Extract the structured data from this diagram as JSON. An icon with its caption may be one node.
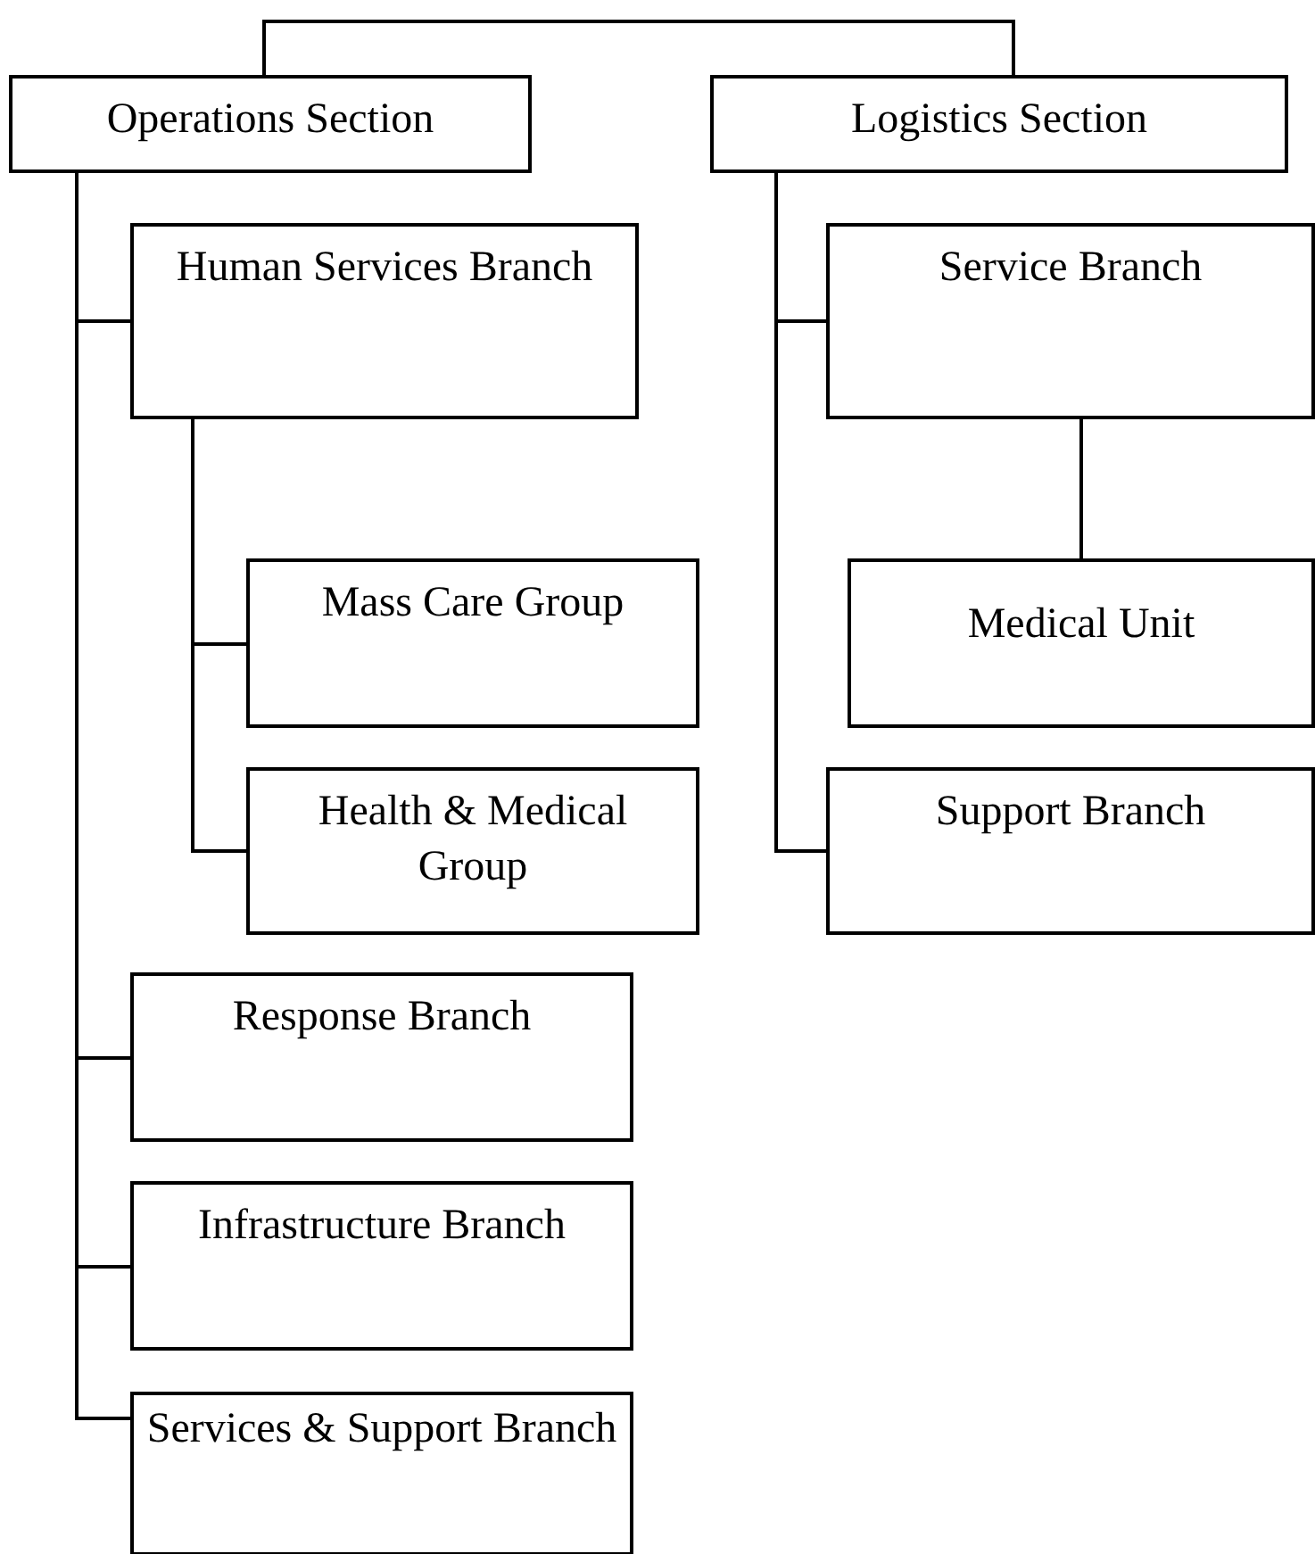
{
  "diagram": {
    "nodes": [
      {
        "text": [
          "Operations Section"
        ]
      },
      {
        "text": [
          "Logistics Section"
        ]
      },
      {
        "text": [
          "Human Services Branch"
        ]
      },
      {
        "text": [
          "Mass Care Group"
        ]
      },
      {
        "text": [
          "Health & Medical Group"
        ]
      },
      {
        "text": [
          "Response Branch"
        ]
      },
      {
        "text": [
          "Infrastructure Branch"
        ]
      },
      {
        "text": [
          "Services & Support Branch"
        ]
      },
      {
        "text": [
          "Service Branch"
        ]
      },
      {
        "text": [
          "Medical Unit"
        ]
      },
      {
        "text": [
          "Support Branch"
        ]
      }
    ],
    "edges": [
      {
        "from": 0,
        "to": 1,
        "arrow": "none"
      },
      {
        "from": 0,
        "to": 2,
        "arrow": "none"
      },
      {
        "from": 2,
        "to": 3,
        "arrow": "none"
      },
      {
        "from": 2,
        "to": 4,
        "arrow": "none"
      },
      {
        "from": 0,
        "to": 5,
        "arrow": "none"
      },
      {
        "from": 0,
        "to": 6,
        "arrow": "none"
      },
      {
        "from": 0,
        "to": 7,
        "arrow": "none"
      },
      {
        "from": 1,
        "to": 8,
        "arrow": "none"
      },
      {
        "from": 8,
        "to": 9,
        "arrow": "none"
      },
      {
        "from": 1,
        "to": 10,
        "arrow": "none"
      }
    ]
  }
}
